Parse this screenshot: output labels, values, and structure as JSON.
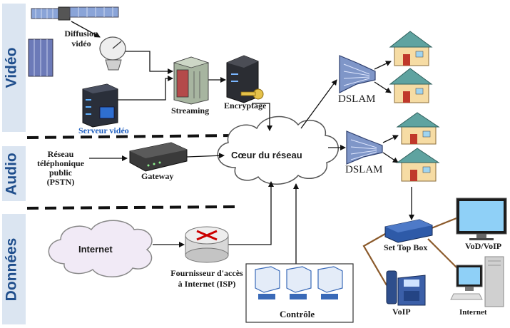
{
  "bands": {
    "video": "Vidéo",
    "audio": "Audio",
    "data": "Données"
  },
  "labels": {
    "broadcast_line1": "Diffusion",
    "broadcast_line2": "vidéo",
    "video_server": "Serveur vidéo",
    "streaming": "Streaming",
    "encryption": "Encryptage",
    "dslam_top": "DSLAM",
    "dslam_mid": "DSLAM",
    "core": "Cœur du réseau",
    "pstn_line1": "Réseau",
    "pstn_line2": "téléphonique",
    "pstn_line3": "public",
    "pstn_line4": "(PSTN)",
    "gateway": "Gateway",
    "internet_cloud": "Internet",
    "isp_line1": "Fournisseur d'accès",
    "isp_line2": "à Internet (ISP)",
    "control": "Contrôle",
    "stb": "Set Top Box",
    "vod": "VoD/VoIP",
    "voip": "VoIP",
    "internet_pc": "Internet"
  },
  "colors": {
    "band_bg": "#dbe5f1",
    "band_text": "#1f4e8c",
    "video_server_text": "#1f5fbf",
    "dslam": "#7f96c8",
    "house_wall": "#f6dca4",
    "house_roof": "#5fa3a0",
    "router": "#cc0000",
    "stb": "#2e5aa8",
    "cable": "#8b5a2b"
  }
}
